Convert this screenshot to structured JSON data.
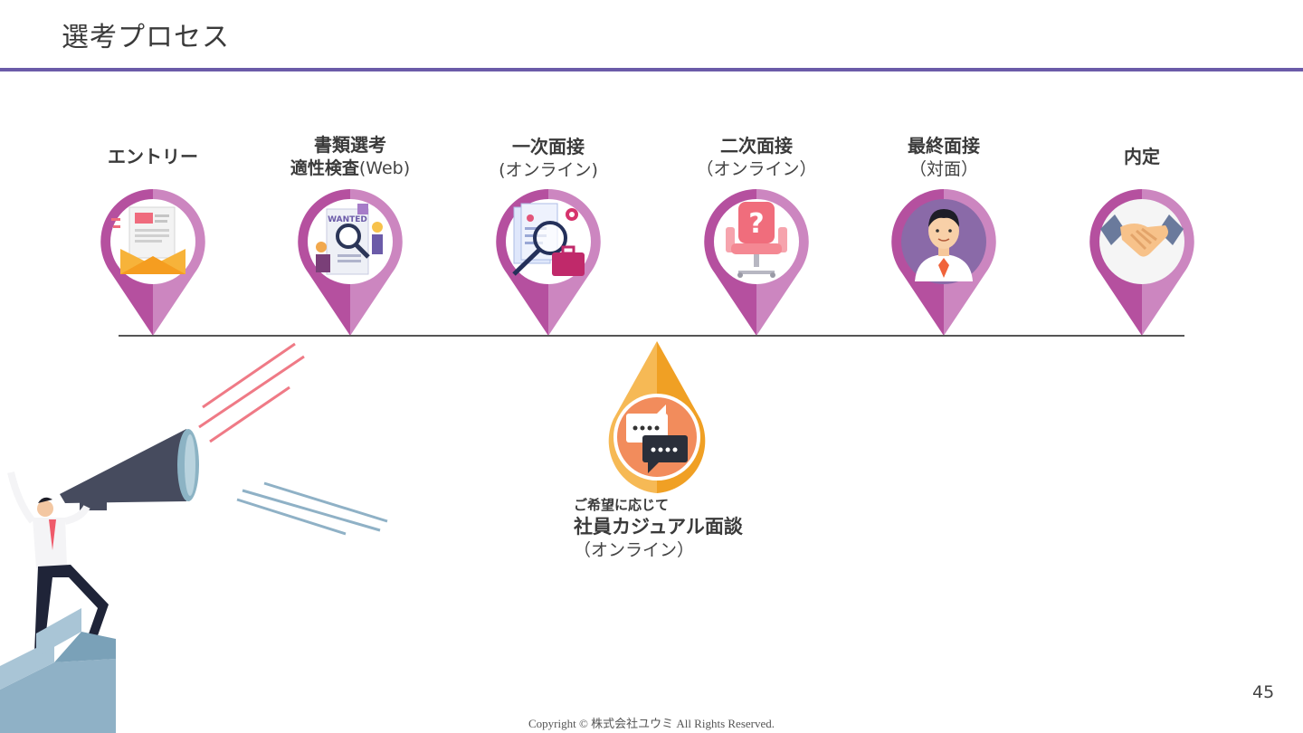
{
  "slide": {
    "title": "選考プロセス",
    "page_number": "45",
    "copyright": "Copyright © 株式会社ユウミ All Rights Reserved."
  },
  "steps": [
    {
      "title": "エントリー",
      "subtitle": "",
      "icon": "envelope-resume-icon"
    },
    {
      "title": "書類選考",
      "subtitle_bold": "適性検査",
      "subtitle": "(Web)",
      "icon": "wanted-search-icon"
    },
    {
      "title": "一次面接",
      "subtitle": "(オンライン)",
      "icon": "magnifier-document-icon"
    },
    {
      "title": "二次面接",
      "subtitle": "（オンライン）",
      "icon": "question-chair-icon"
    },
    {
      "title": "最終面接",
      "subtitle": "（対面）",
      "icon": "businessman-icon"
    },
    {
      "title": "内定",
      "subtitle": "",
      "icon": "handshake-icon"
    }
  ],
  "casual": {
    "note": "ご希望に応じて",
    "title": "社員カジュアル面談",
    "subtitle": "（オンライン）",
    "icon": "chat-bubbles-icon"
  },
  "colors": {
    "accent_purple": "#6b5ba8",
    "pin_magenta": "#b5509f",
    "pin_light": "#cc86c0",
    "pin_orange": "#f0a024",
    "pin_orange_light": "#f6b955"
  }
}
